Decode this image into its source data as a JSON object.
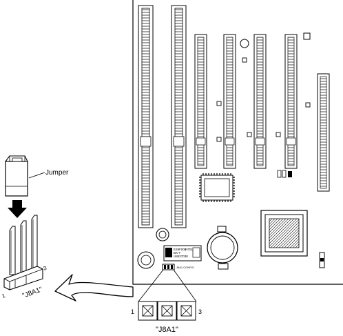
{
  "labels": {
    "jumper": "Jumper",
    "header_rotated": "\"J8A1\"",
    "header_main": "\"J8A1\"",
    "pin_first": "1",
    "pin_last": "3",
    "pin_first_rotated": "1",
    "pin_last_rotated": "3"
  },
  "chip": {
    "line1": "E28F001",
    "line2": "BX-T",
    "line3": "U8527038",
    "line4": "INTEL"
  },
  "icons": {
    "jumper": "jumper-block-icon",
    "down_arrow": "down-arrow-icon",
    "curved_arrow": "curved-arrow-icon"
  },
  "colors": {
    "ink": "#000000",
    "paper": "#ffffff",
    "shade": "#d9d9d9"
  }
}
